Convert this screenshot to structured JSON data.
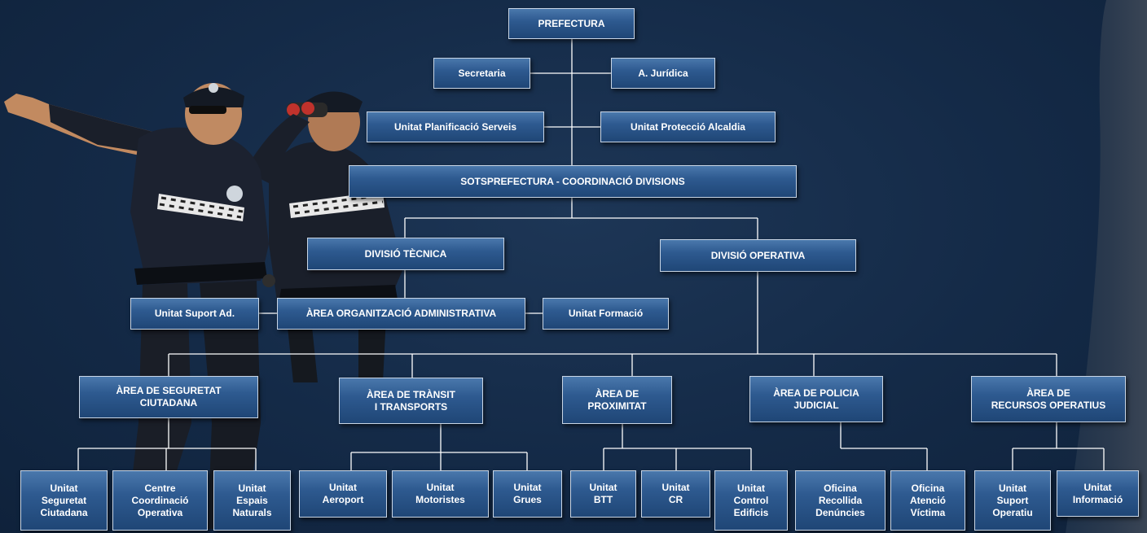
{
  "org_chart": {
    "prefectura": "PREFECTURA",
    "secretaria": "Secretaria",
    "juridica": "A. Jurídica",
    "planificacio": "Unitat Planificació Serveis",
    "proteccio": "Unitat Protecció Alcaldia",
    "sotsprefectura": "SOTSPREFECTURA - COORDINACIÓ DIVISIONS",
    "divisio_tecnica": "DIVISIÓ TÈCNICA",
    "divisio_operativa": "DIVISIÓ OPERATIVA",
    "suport_ad": "Unitat Suport Ad.",
    "area_organitzacio": "ÀREA ORGANITZACIÓ ADMINISTRATIVA",
    "formacio": "Unitat Formació",
    "area_seguretat": "ÀREA DE SEGURETAT\nCIUTADANA",
    "area_transit": "ÀREA DE TRÀNSIT\nI TRANSPORTS",
    "area_proximitat": "ÀREA DE\nPROXIMITAT",
    "area_policia": "ÀREA DE POLICIA\nJUDICIAL",
    "area_recursos": "ÀREA DE\nRECURSOS OPERATIUS",
    "u_seguretat": "Unitat\nSeguretat\nCiutadana",
    "u_centre": "Centre\nCoordinació\nOperativa",
    "u_espais": "Unitat\nEspais\nNaturals",
    "u_aeroport": "Unitat\nAeroport",
    "u_motoristes": "Unitat\nMotoristes",
    "u_grues": "Unitat\nGrues",
    "u_btt": "Unitat\nBTT",
    "u_cr": "Unitat\nCR",
    "u_control": "Unitat\nControl\nEdificis",
    "u_recollida": "Oficina\nRecollida\nDenúncies",
    "u_atencio": "Oficina\nAtenció\nVíctima",
    "u_suport_op": "Unitat\nSuport\nOperatiu",
    "u_informacio": "Unitat\nInformació"
  },
  "colors": {
    "background": "#142a47",
    "box_top": "#4a78ac",
    "box_bottom": "#1f4676",
    "connector": "#ffffff"
  },
  "officers_photo": {
    "icon": "police-officers-photo"
  }
}
